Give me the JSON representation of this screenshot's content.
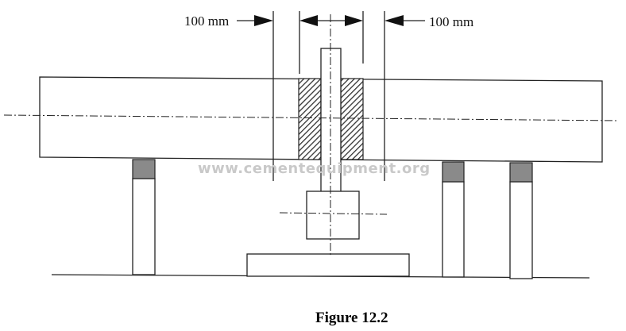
{
  "labels": {
    "left_dimension": "100 mm",
    "right_dimension": "100 mm",
    "watermark": "www.cementequipment.org",
    "caption": "Figure 12.2"
  },
  "colors": {
    "line": "#222222",
    "hatch": "#333333",
    "support_pad": "#8a8a8a",
    "watermark": "#c9c9c9"
  }
}
